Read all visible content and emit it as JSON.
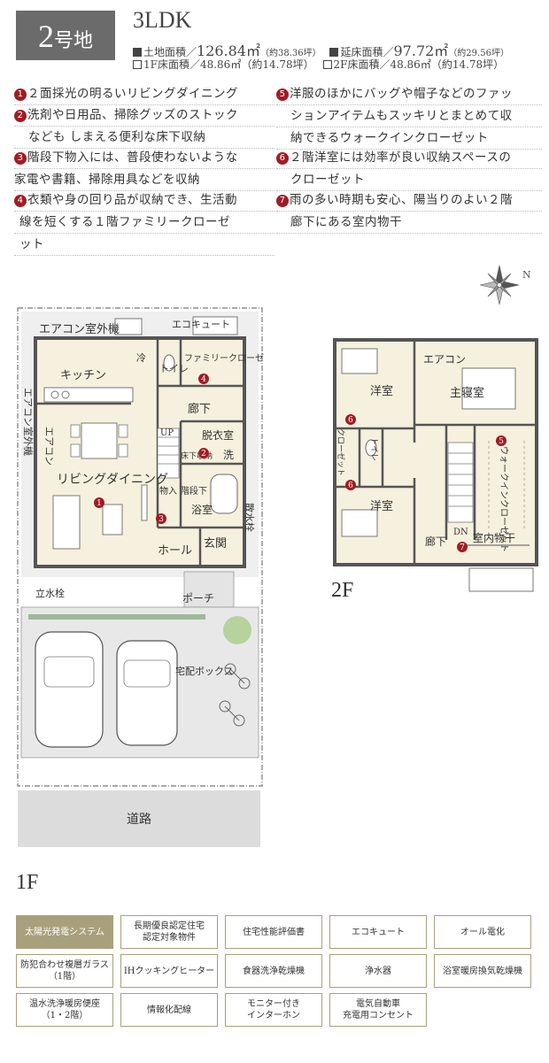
{
  "header": {
    "lot_number": "2",
    "lot_suffix": "号地",
    "layout": "3LDK",
    "land_area_label": "土地面積／",
    "land_area_value": "126.84㎡",
    "land_area_tsubo": "（約38.36坪）",
    "floor_area_label": "延床面積／",
    "floor_area_value": "97.72㎡",
    "floor_area_tsubo": "（約29.56坪）",
    "floor1_area": "1F床面積／48.86㎡（約14.78坪）",
    "floor2_area": "2F床面積／48.86㎡（約14.78坪）"
  },
  "features": [
    {
      "num": "1",
      "lines": [
        "２面採光の明るいリビングダイニング"
      ]
    },
    {
      "num": "2",
      "lines": [
        "洗剤や日用品、掃除グッズのストック",
        "なども しまえる便利な床下収納"
      ]
    },
    {
      "num": "3",
      "lines": [
        "階段下物入には、普段使わないような",
        "家電や書籍、掃除用具などを収納"
      ]
    },
    {
      "num": "4",
      "lines": [
        "衣類や身の回り品が収納でき、生活動",
        "線を短くする１階ファミリークローゼ",
        "ット"
      ]
    },
    {
      "num": "5",
      "lines": [
        "洋服のほかにバッグや帽子などのファッ",
        "ションアイテムもスッキリとまとめて収",
        "納できるウォークインクローゼット"
      ]
    },
    {
      "num": "6",
      "lines": [
        "２階洋室には効率が良い収納スペースの",
        "クローゼット"
      ]
    },
    {
      "num": "7",
      "lines": [
        "雨の多い時期も安心、陽当りのよい２階",
        "廊下にある室内物干"
      ]
    }
  ],
  "compass": {
    "north": "N"
  },
  "floor1": {
    "label": "1F",
    "rooms": {
      "aircon_outdoor_top": "エアコン室外機",
      "ecocute": "エコキュート",
      "fridge": "冷",
      "toilet": "トイレ",
      "family_closet": "ファミリークローゼット",
      "kitchen": "キッチン",
      "aircon_outdoor_side": "エアコン室外機",
      "aircon": "エアコン",
      "hall_1f": "廊下",
      "up": "UP",
      "dressing": "脱衣室",
      "underfloor": "床下収納",
      "wash": "洗",
      "living": "リビングダイニング",
      "storage": "物入",
      "under_stairs": "階段下",
      "bath": "浴室",
      "hall_entry": "ホール",
      "genkan": "玄関",
      "drain": "散水栓",
      "standpipe": "立水栓",
      "porch": "ポーチ",
      "delivery_box": "宅配ボックス",
      "road": "道路"
    }
  },
  "floor2": {
    "label": "2F",
    "rooms": {
      "western_top": "洋室",
      "aircon": "エアコン",
      "master": "主寝室",
      "closet_left": "クローゼット",
      "toilet": "トイレ",
      "wic": "ウォークインクローゼット",
      "western_bottom": "洋室",
      "dn": "DN",
      "hall": "廊下",
      "indoor_drying": "室内物干"
    }
  },
  "amenities": [
    {
      "label": "太陽光発電システム",
      "active": true
    },
    {
      "label": "長期優良認定住宅\n認定対象物件",
      "active": false
    },
    {
      "label": "住宅性能評価書",
      "active": false
    },
    {
      "label": "エコキュート",
      "active": false
    },
    {
      "label": "オール電化",
      "active": false
    },
    {
      "label": "防犯合わせ複層ガラス\n（1階）",
      "active": false
    },
    {
      "label": "IHクッキングヒーター",
      "active": false
    },
    {
      "label": "食器洗浄乾燥機",
      "active": false
    },
    {
      "label": "浄水器",
      "active": false
    },
    {
      "label": "浴室暖房換気乾燥機",
      "active": false
    },
    {
      "label": "温水洗浄暖房便座\n（1・2階）",
      "active": false
    },
    {
      "label": "情報化配線",
      "active": false
    },
    {
      "label": "モニター付き\nインターホン",
      "active": false
    },
    {
      "label": "電気自動車\n充電用コンセント",
      "active": false
    }
  ],
  "colors": {
    "badge_bg": "#6b6b6b",
    "marker_red": "#a01c24",
    "floor_tint": "#f6f1de",
    "tag_accent": "#a8a07c"
  }
}
